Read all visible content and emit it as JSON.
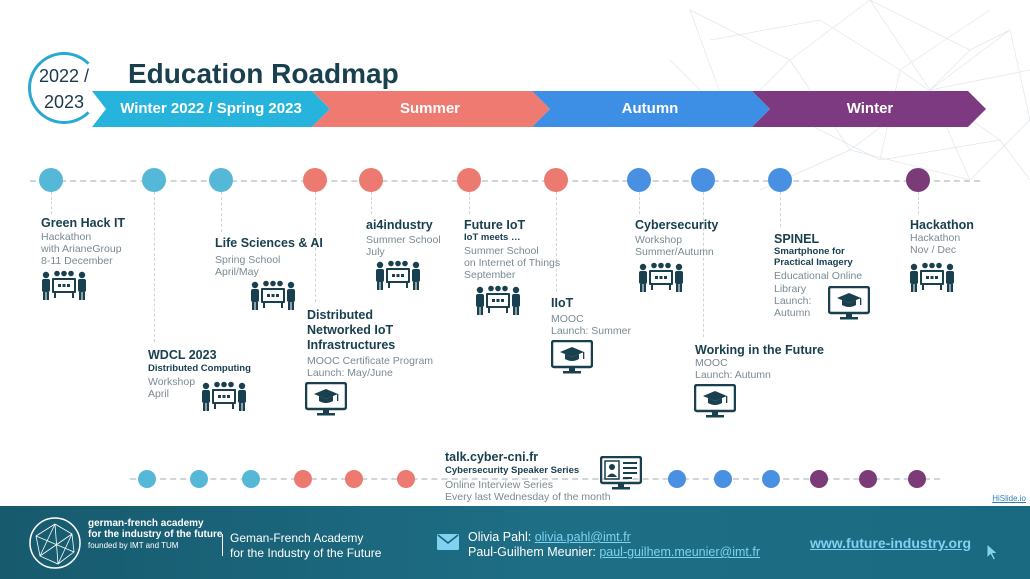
{
  "header": {
    "year_top": "2022 /",
    "year_bottom": "2023",
    "title": "Education Roadmap"
  },
  "seasons": [
    {
      "label": "Winter 2022 / Spring 2023",
      "color": "#27b4dc"
    },
    {
      "label": "Summer",
      "color": "#ee7a72"
    },
    {
      "label": "Autumn",
      "color": "#3d8fe6"
    },
    {
      "label": "Winter",
      "color": "#7e3a80"
    }
  ],
  "colors": {
    "teal": "#55b8d6",
    "salmon": "#ec7a70",
    "blue": "#4a90e2",
    "purple": "#7a3b78",
    "icon": "#19404f"
  },
  "events": {
    "green_hack": {
      "title": "Green Hack IT",
      "lines": [
        "Hackathon",
        "with ArianeGroup",
        "8-11 December"
      ],
      "icon": "team-icon"
    },
    "wdcl": {
      "title": "WDCL 2023",
      "sub": "Distributed Computing",
      "lines": [
        "Workshop",
        "April"
      ],
      "icon": "team-icon"
    },
    "life_sciences": {
      "title": "Life Sciences & AI",
      "lines": [
        "Spring School",
        "April/May"
      ],
      "icon": "team-icon"
    },
    "distributed_iot": {
      "title_lines": [
        "Distributed",
        "Networked IoT",
        "Infrastructures"
      ],
      "lines": [
        "MOOC Certificate Program",
        "Launch: May/June"
      ],
      "icon": "monitor-graduation-icon"
    },
    "ai4industry": {
      "title": "ai4industry",
      "lines": [
        "Summer School",
        "July"
      ],
      "icon": "team-icon"
    },
    "future_iot": {
      "title": "Future IoT",
      "sub": "IoT meets …",
      "lines": [
        "Summer School",
        "on Internet of Things",
        "September"
      ],
      "icon": "team-icon"
    },
    "iiot": {
      "title": "IIoT",
      "lines": [
        "MOOC",
        "Launch: Summer"
      ],
      "icon": "monitor-graduation-icon"
    },
    "cybersecurity": {
      "title": "Cybersecurity",
      "lines": [
        "Workshop",
        "Summer/Autumn"
      ],
      "icon": "team-icon"
    },
    "working_future": {
      "title": "Working in the Future",
      "lines": [
        "MOOC",
        "Launch: Autumn"
      ],
      "icon": "monitor-graduation-icon"
    },
    "spinel": {
      "title": "SPINEL",
      "sub_lines": [
        "Smartphone for",
        "Practical Imagery"
      ],
      "lines": [
        "Educational Online",
        "Library",
        "Launch:",
        "Autumn"
      ],
      "icon": "monitor-graduation-icon"
    },
    "hackathon": {
      "title": "Hackathon",
      "lines": [
        "Hackathon",
        "Nov / Dec"
      ],
      "icon": "team-icon"
    },
    "talk": {
      "title": "talk.cyber-cni.fr",
      "sub": "Cybersecurity Speaker Series",
      "lines": [
        "Online Interview Series",
        "Every last Wednesday of the month"
      ],
      "icon": "video-call-icon"
    }
  },
  "hislide": "HiSlide.io",
  "footer": {
    "logo_line1": "german-french academy",
    "logo_line2": "for the industry of the future",
    "logo_line3": "founded by IMT and TUM",
    "academy_line1": "Geman-French Academy",
    "academy_line2": "for the Industry of the Future",
    "contact1_name": "Olivia Pahl: ",
    "contact1_email": "olivia.pahl@imt.fr",
    "contact2_name": "Paul-Guilhem Meunier: ",
    "contact2_email": "paul-guilhem.meunier@imt.fr",
    "website": "www.future-industry.org",
    "mail_icon": "mail-icon",
    "cursor_icon": "cursor-icon"
  }
}
